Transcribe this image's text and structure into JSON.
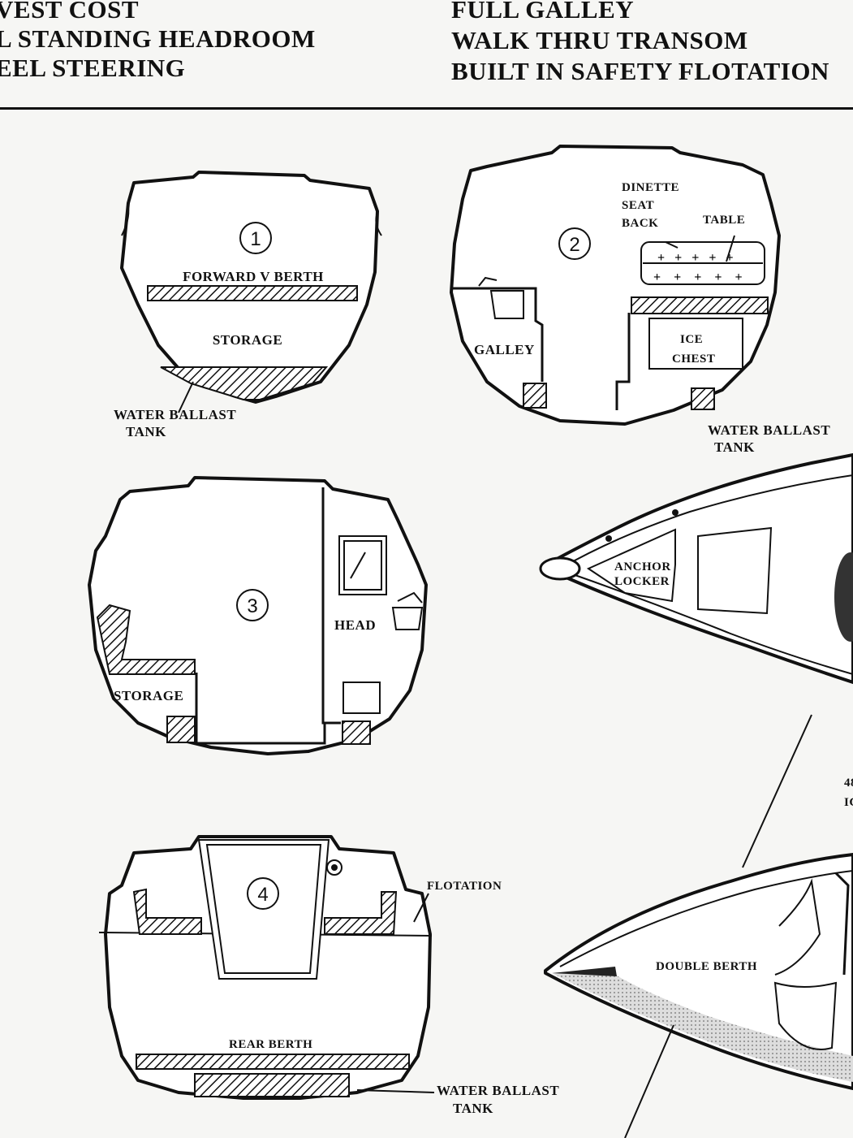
{
  "header": {
    "left_lines": [
      "VEST COST",
      "L STANDING HEADROOM",
      "EEL STEERING"
    ],
    "right_lines": [
      "FULL GALLEY",
      "WALK THRU TRANSOM",
      "BUILT IN SAFETY FLOTATION"
    ]
  },
  "sections": {
    "s1": {
      "number": "1",
      "labels": {
        "berth": "FORWARD V BERTH",
        "storage": "STORAGE",
        "tank_line1": "WATER  BALLAST",
        "tank_line2": "TANK"
      }
    },
    "s2": {
      "number": "2",
      "labels": {
        "dinette1": "DINETTE",
        "dinette2": "SEAT",
        "dinette3": "BACK",
        "table": "TABLE",
        "galley": "GALLEY",
        "ice1": "ICE",
        "ice2": "CHEST",
        "tank_line1": "WATER  BALLAST",
        "tank_line2": "TANK"
      }
    },
    "s3": {
      "number": "3",
      "labels": {
        "head": "HEAD",
        "storage": "STORAGE"
      }
    },
    "s4": {
      "number": "4",
      "labels": {
        "flotation": "FLOTATION",
        "rear_berth": "REAR BERTH",
        "tank_line1": "WATER BALLAST",
        "tank_line2": "TANK"
      }
    }
  },
  "plan_view": {
    "anchor1": "ANCHOR",
    "anchor2": "LOCKER",
    "double_berth": "DOUBLE BERTH",
    "edge1": "48",
    "edge2": "IC"
  }
}
